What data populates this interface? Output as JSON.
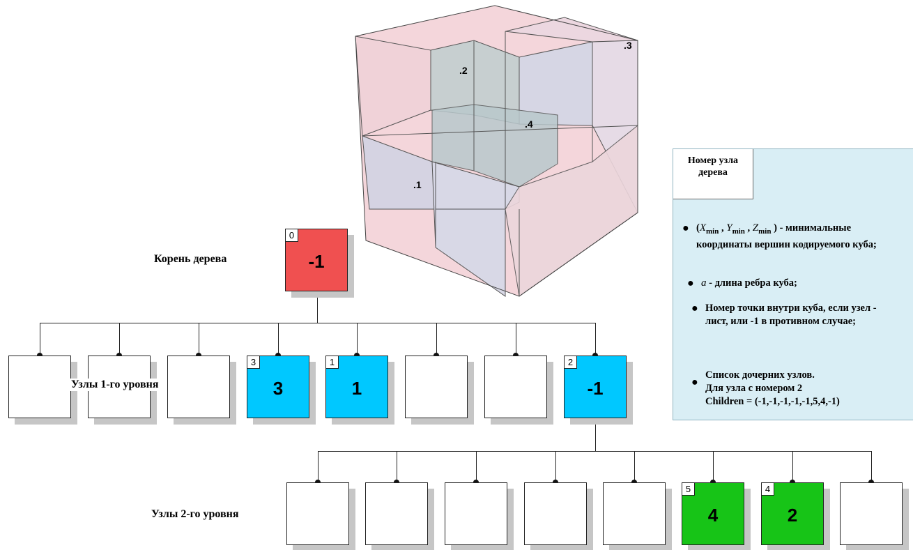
{
  "root_label": "Корень дерева",
  "level1_label": "Узлы 1-го уровня",
  "level2_label": "Узлы 2-го уровня",
  "root": {
    "index": "0",
    "value": "-1",
    "color": "#f05050"
  },
  "level1": [
    {
      "index": "",
      "value": "",
      "color": "#ffffff"
    },
    {
      "index": "",
      "value": "",
      "color": "#ffffff"
    },
    {
      "index": "",
      "value": "",
      "color": "#ffffff"
    },
    {
      "index": "3",
      "value": "3",
      "color": "#00c8ff"
    },
    {
      "index": "1",
      "value": "1",
      "color": "#00c8ff"
    },
    {
      "index": "",
      "value": "",
      "color": "#ffffff"
    },
    {
      "index": "",
      "value": "",
      "color": "#ffffff"
    },
    {
      "index": "2",
      "value": "-1",
      "color": "#00c8ff"
    }
  ],
  "level2": [
    {
      "index": "",
      "value": "",
      "color": "#ffffff"
    },
    {
      "index": "",
      "value": "",
      "color": "#ffffff"
    },
    {
      "index": "",
      "value": "",
      "color": "#ffffff"
    },
    {
      "index": "",
      "value": "",
      "color": "#ffffff"
    },
    {
      "index": "",
      "value": "",
      "color": "#ffffff"
    },
    {
      "index": "5",
      "value": "4",
      "color": "#17c417"
    },
    {
      "index": "4",
      "value": "2",
      "color": "#17c417"
    },
    {
      "index": "",
      "value": "",
      "color": "#ffffff"
    }
  ],
  "cube_points": [
    ".1",
    ".2",
    ".3",
    ".4"
  ],
  "info": {
    "header": "Номер узла дерева",
    "bullet1_rest": " - минимальные координаты вершин кодируемого куба;",
    "bullet1_x": "X",
    "bullet1_y": "Y",
    "bullet1_z": "Z",
    "bullet1_sub": "min",
    "bullet2_var": "a",
    "bullet2_rest": " - длина ребра куба;",
    "bullet3": "Номер точки внутри куба, если узел - лист, или -1 в противном случае;",
    "bullet4_line1": "Список дочерних узлов.",
    "bullet4_line2": "Для узла с номером 2",
    "bullet4_line3": "Children = (-1,-1,-1,-1,-1,5,4,-1)"
  }
}
